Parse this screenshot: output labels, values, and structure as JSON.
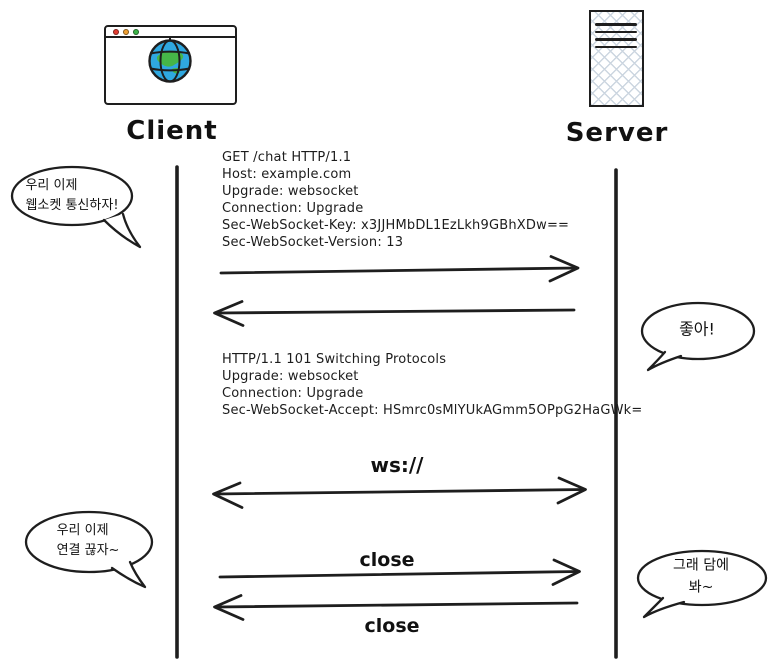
{
  "actors": {
    "client": {
      "label": "Client",
      "icon": "browser-globe-icon"
    },
    "server": {
      "label": "Server",
      "icon": "server-tower-icon"
    }
  },
  "speech_bubbles": {
    "client_start": {
      "speaker": "client",
      "text": "우리 이제\n웹소켓 통신하자!"
    },
    "server_ok": {
      "speaker": "server",
      "text": "좋아!"
    },
    "client_end": {
      "speaker": "client",
      "text": "우리 이제\n연결 끊자~"
    },
    "server_bye": {
      "speaker": "server",
      "text": "그래 담에 봐~"
    }
  },
  "messages": {
    "handshake_request": {
      "from": "client",
      "to": "server",
      "text": "GET /chat HTTP/1.1\nHost: example.com\nUpgrade: websocket\nConnection: Upgrade\nSec-WebSocket-Key: x3JJHMbDL1EzLkh9GBhXDw==\nSec-WebSocket-Version: 13"
    },
    "handshake_response": {
      "from": "server",
      "to": "client",
      "text": "HTTP/1.1 101 Switching Protocols\nUpgrade: websocket\nConnection: Upgrade\nSec-WebSocket-Accept: HSmrc0sMlYUkAGmm5OPpG2HaGWk="
    },
    "websocket_channel": {
      "direction": "bidirectional",
      "label": "ws://"
    },
    "close_from_client": {
      "from": "client",
      "to": "server",
      "label": "close"
    },
    "close_from_server": {
      "from": "server",
      "to": "client",
      "label": "close"
    }
  },
  "colors": {
    "ink": "#1e1e1e",
    "background": "#ffffff",
    "globe_ocean": "#2fa8e0",
    "globe_land": "#46b648",
    "traffic_red": "#e23d32",
    "traffic_yellow": "#efa033",
    "traffic_green": "#3db549",
    "server_hatch": "#ccd6e0"
  }
}
